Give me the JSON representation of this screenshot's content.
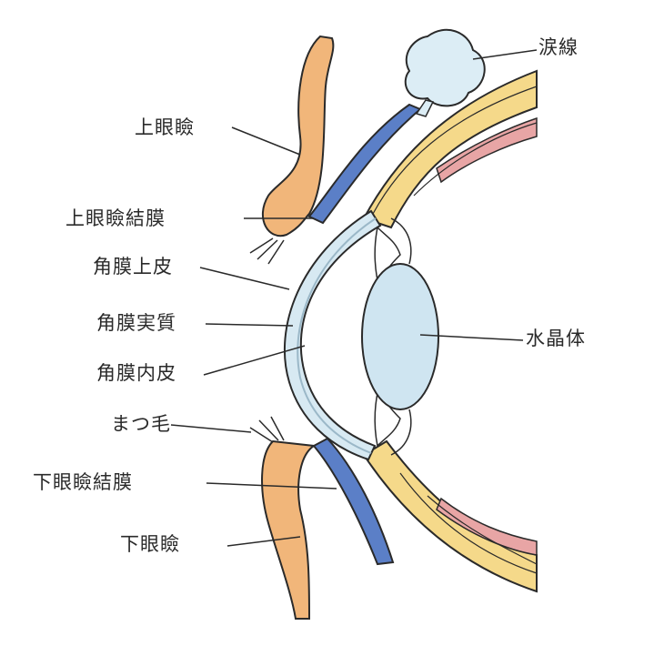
{
  "labels": {
    "lacrimal_gland": "涙線",
    "upper_eyelid": "上眼瞼",
    "upper_conjunctiva": "上眼瞼結膜",
    "corneal_epithelium": "角膜上皮",
    "corneal_stroma": "角膜実質",
    "corneal_endothelium": "角膜内皮",
    "lens": "水晶体",
    "eyelashes": "まつ毛",
    "lower_conjunctiva": "下眼瞼結膜",
    "lower_eyelid": "下眼瞼"
  },
  "colors": {
    "eyelid_skin": "#f1b67a",
    "conjunctiva": "#5b7fc7",
    "sclera_yellow": "#f5d98a",
    "choroid_red": "#e8a5a5",
    "cornea_blue": "#d7e9f2",
    "lens_blue": "#cfe5f1",
    "gland_blue": "#dcedf5",
    "ink": "#2a2a2a"
  }
}
